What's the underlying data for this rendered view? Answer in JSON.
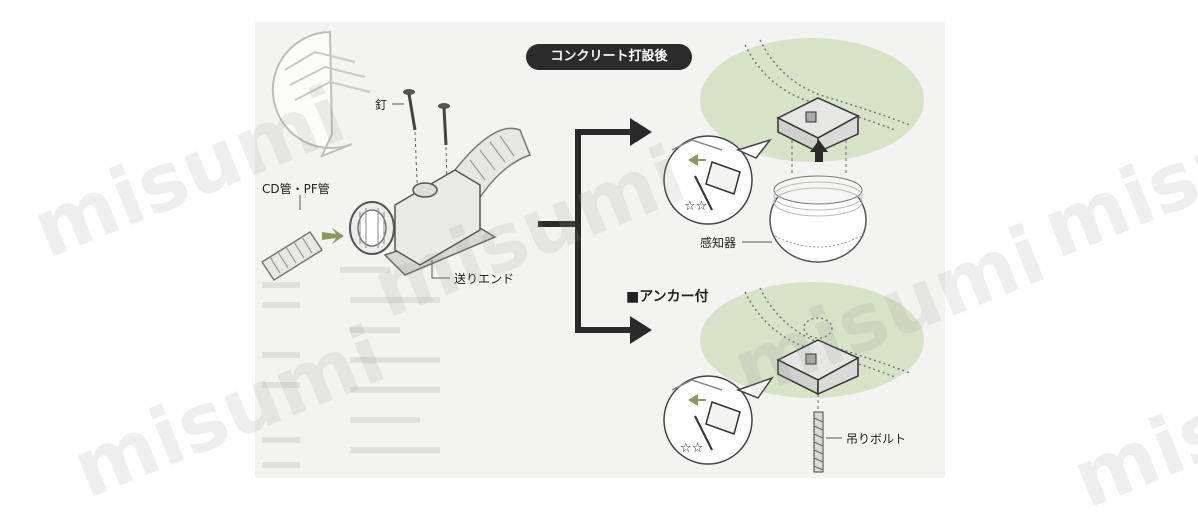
{
  "title_pill": "コンクリート打設後",
  "labels": {
    "nail": "釘",
    "cd_pf_pipe": "CD管・PF管",
    "feed_end": "送りエンド",
    "sensor": "感知器",
    "anchor_option": "■アンカー付",
    "hanging_bolt": "吊りボルト"
  },
  "watermark": "misumi",
  "colors": {
    "panel_bg": "#f3f3f1",
    "ceiling_green": "#d7e3c6",
    "arrow": "#2a2a2a",
    "pill_bg": "#2b2b2b"
  }
}
